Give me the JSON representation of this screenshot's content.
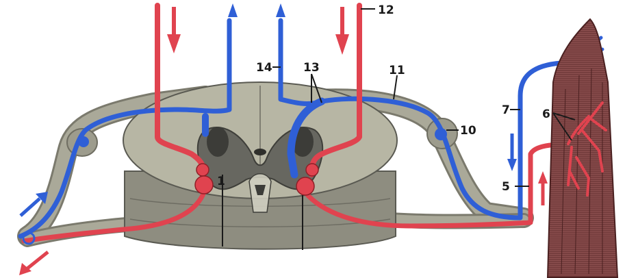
{
  "labels": {
    "l12": "12",
    "l14": "14",
    "l13": "13",
    "l11": "11",
    "l7": "7",
    "l6": "6",
    "l10": "10",
    "l5": "5",
    "l1": "1"
  },
  "colors": {
    "sensory_red": "#e0434f",
    "motor_blue": "#2f5fd6",
    "grey_matter": "#6e6e68",
    "white_matter": "#b9b8a6",
    "nerve_tissue": "#a5a495",
    "muscle": "#8a4a4a"
  }
}
